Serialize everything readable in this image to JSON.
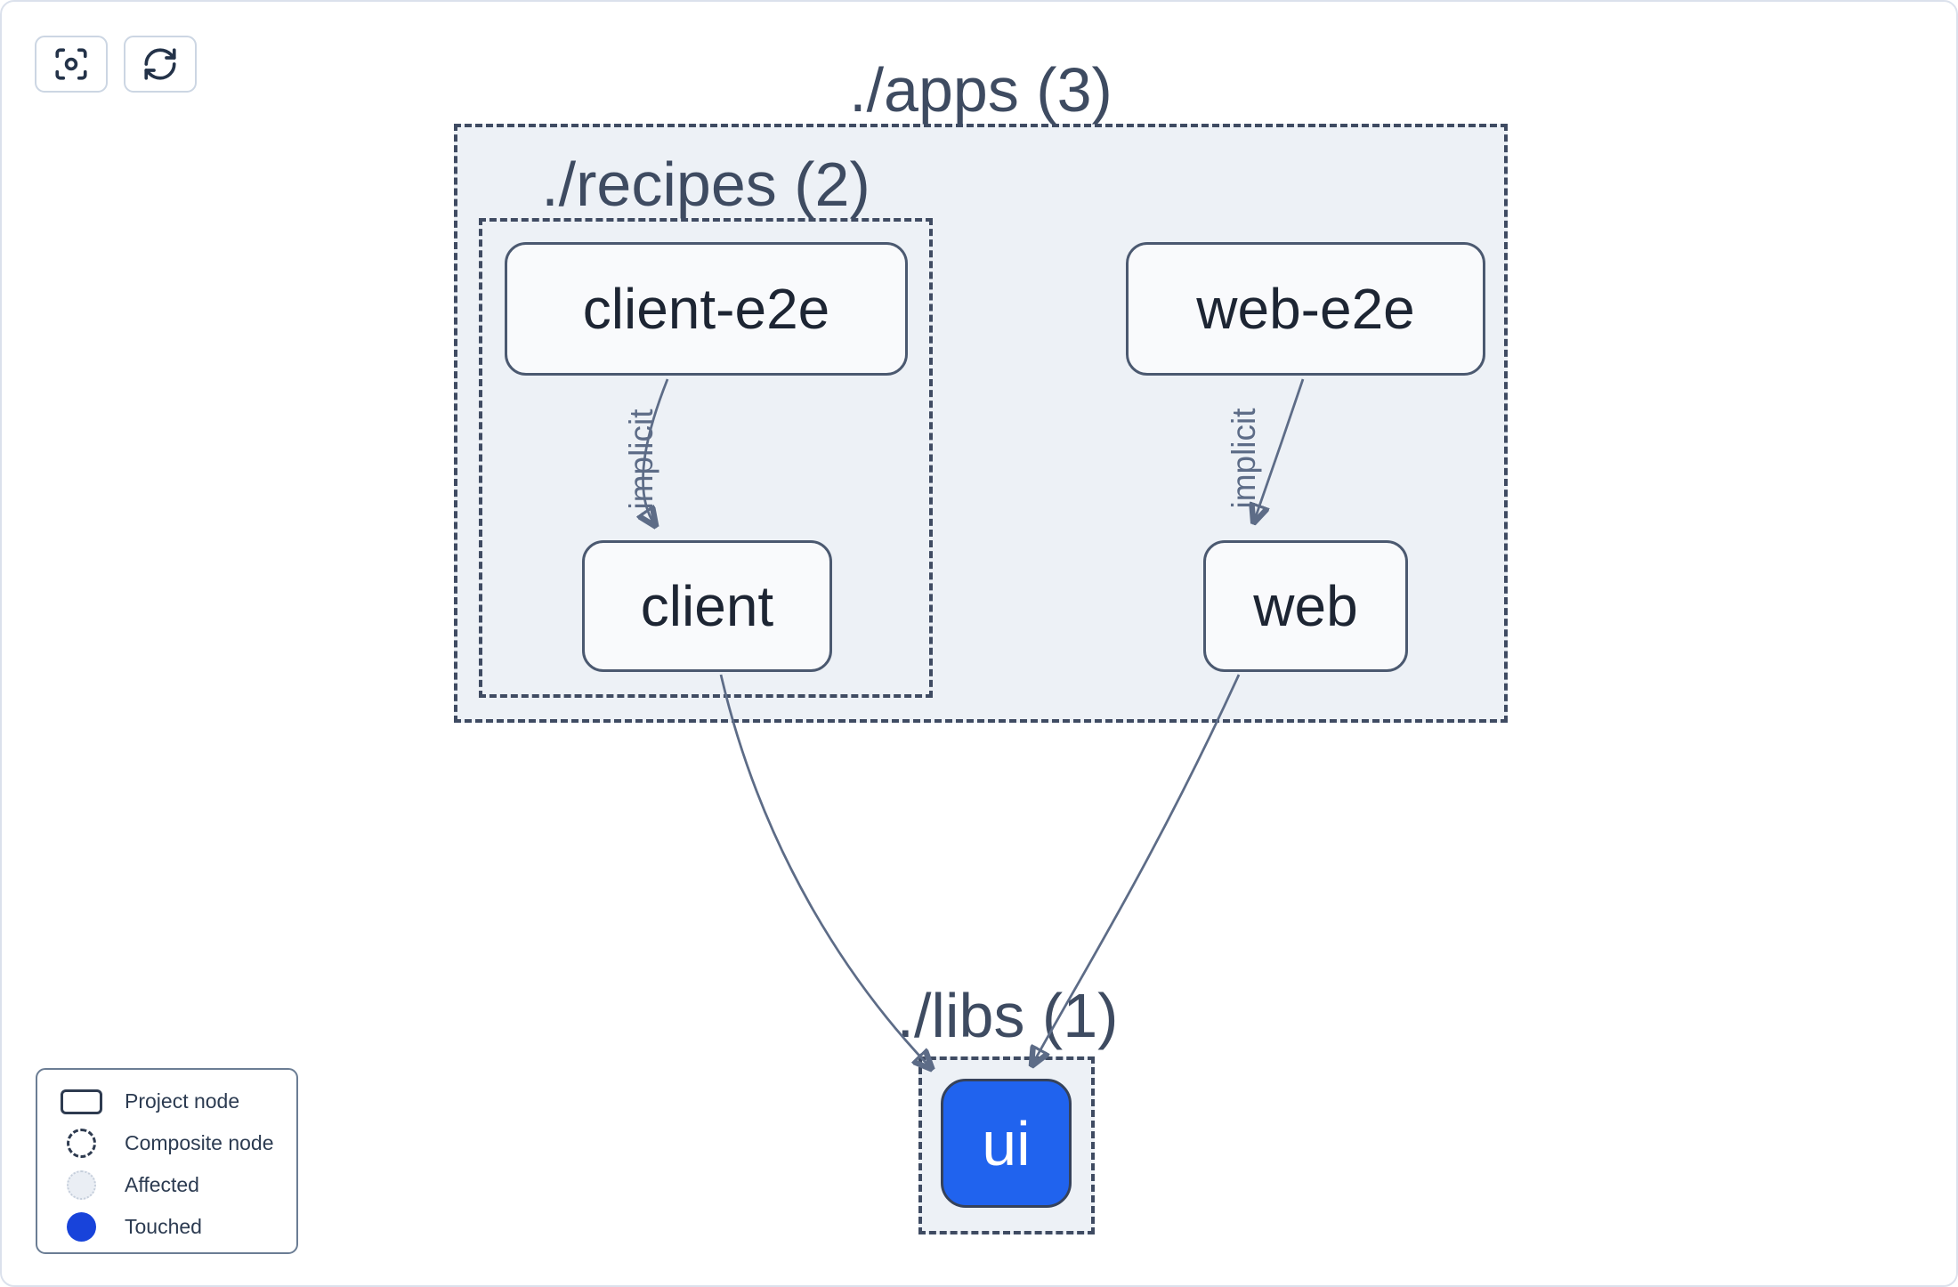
{
  "toolbar": {
    "buttons": [
      {
        "icon": "focus-icon"
      },
      {
        "icon": "refresh-icon"
      }
    ]
  },
  "graph": {
    "groups": {
      "apps": {
        "label": "./apps (3)"
      },
      "recipes": {
        "label": "./recipes (2)"
      },
      "libs": {
        "label": "./libs (1)"
      }
    },
    "nodes": {
      "client_e2e": {
        "label": "client-e2e",
        "state": "default"
      },
      "web_e2e": {
        "label": "web-e2e",
        "state": "default"
      },
      "client": {
        "label": "client",
        "state": "default"
      },
      "web": {
        "label": "web",
        "state": "default"
      },
      "ui": {
        "label": "ui",
        "state": "touched"
      }
    },
    "edges": [
      {
        "from": "client-e2e",
        "to": "client",
        "label": "implicit"
      },
      {
        "from": "web-e2e",
        "to": "web",
        "label": "implicit"
      },
      {
        "from": "client",
        "to": "ui",
        "label": ""
      },
      {
        "from": "web",
        "to": "ui",
        "label": ""
      }
    ]
  },
  "legend": {
    "items": [
      {
        "swatch": "project-node-swatch",
        "label": "Project node"
      },
      {
        "swatch": "composite-node-swatch",
        "label": "Composite node"
      },
      {
        "swatch": "affected-swatch",
        "label": "Affected"
      },
      {
        "swatch": "touched-swatch",
        "label": "Touched"
      }
    ]
  },
  "colors": {
    "touched_node_fill": "#2063ee",
    "touched_legend_dot": "#1843da",
    "container_fill": "#edf1f6",
    "dashed_border": "#3f4b62",
    "edge_stroke": "#5d6c87",
    "node_fill": "#f9fafc",
    "node_border": "#4b5970",
    "node_text": "#1d2533",
    "group_title_text": "#3e4b61"
  }
}
